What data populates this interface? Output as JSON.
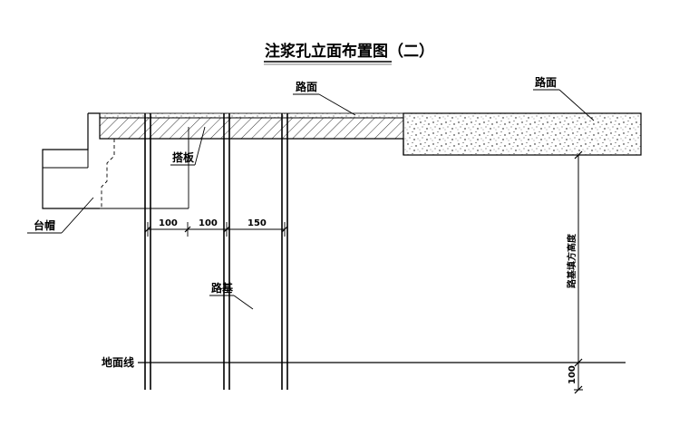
{
  "drawing": {
    "title": "注浆孔立面布置图（二）",
    "labels": {
      "road_surface_left": "路面",
      "road_surface_right": "路面",
      "approach_slab": "搭板",
      "abutment_cap": "台帽",
      "subgrade": "路基",
      "ground_line": "地面线",
      "fill_height": "路基填方高度"
    },
    "dimensions": {
      "spacing_1": "100",
      "spacing_2": "100",
      "spacing_3": "150",
      "bottom": "100"
    }
  }
}
